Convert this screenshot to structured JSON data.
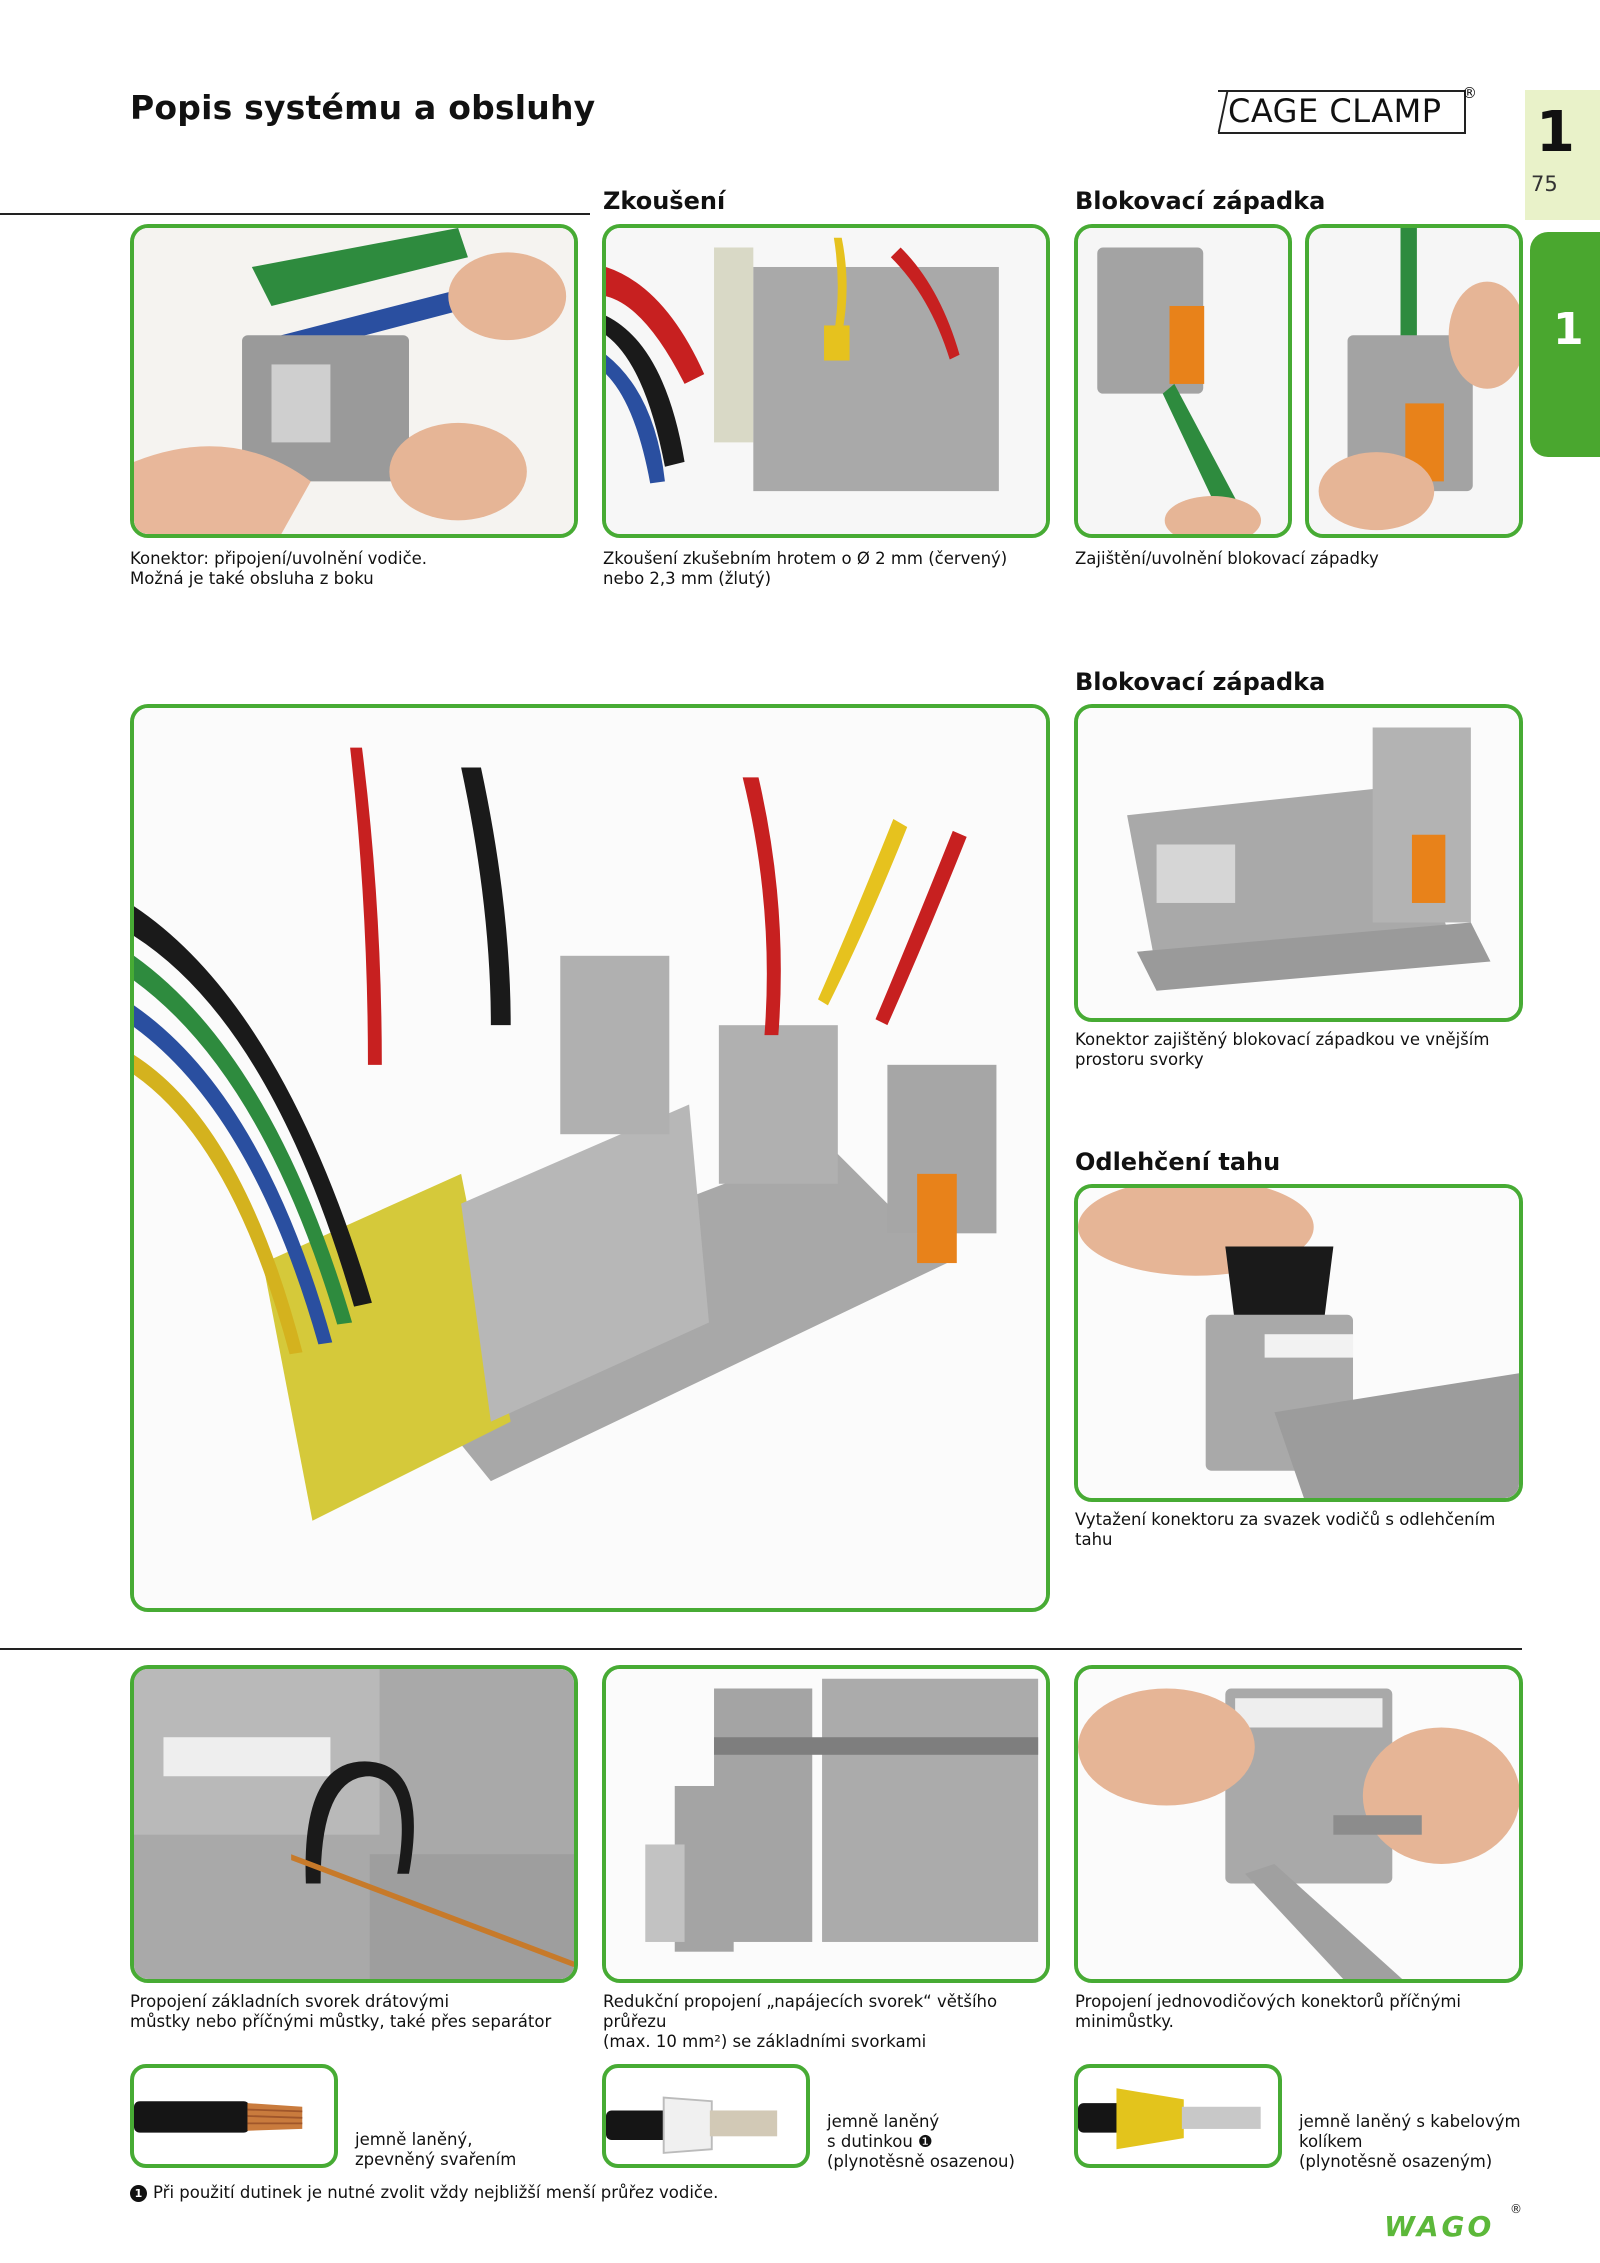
{
  "header": {
    "title": "Popis systému a obsluhy",
    "brand_logo_text": "CAGE CLAMP",
    "brand_logo_reg": "®",
    "chapter_number": "1",
    "page_number": "75",
    "side_tab_number": "1"
  },
  "colors": {
    "accent_green": "#47ab34",
    "tab_light": "#e9f2c9",
    "tab_green": "#4aa72f"
  },
  "sections": {
    "zkouseni_heading": "Zkoušení",
    "blokovaci_heading_1": "Blokovací západka",
    "blokovaci_heading_2": "Blokovací západka",
    "odlehceni_heading": "Odlehčení tahu"
  },
  "captions": {
    "konektor": "Konektor: připojení/uvolnění vodiče.\nMožná je také obsluha z boku",
    "zkouseni": "Zkoušení zkušebním hrotem o Ø 2 mm (červený)\nnebo 2,3 mm (žlutý)",
    "zajisteni": "Zajištění/uvolnění blokovací západky",
    "konektor_zajisteny": "Konektor zajištěný blokovací západkou ve vnějším\nprostoru svorky",
    "vytazeni": "Vytažení konektoru za svazek vodičů s odlehčením tahu",
    "propojeni_zakladnich": "Propojení základních svorek drátovými\nmůstky nebo příčnými můstky, také přes separátor",
    "redukcni": "Redukční propojení „napájecích svorek“ většího průřezu\n(max. 10 mm²) se základními svorkami",
    "propojeni_jednovodicovych": "Propojení jednovodičových konektorů příčnými minimůstky."
  },
  "wires": [
    {
      "label": "jemně laněný,\nzpevněný svařením"
    },
    {
      "label": "jemně laněný\ns dutinkou ❶\n(plynotěsně osazenou)"
    },
    {
      "label": "jemně laněný s kabelovým\nkolíkem\n(plynotěsně osazeným)"
    }
  ],
  "footnote": {
    "marker": "1",
    "text": "Při použití dutinek je nutné zvolit vždy nejbližší menší průřez vodiče."
  },
  "footer_logo": {
    "text": "WAGO",
    "reg": "®"
  }
}
